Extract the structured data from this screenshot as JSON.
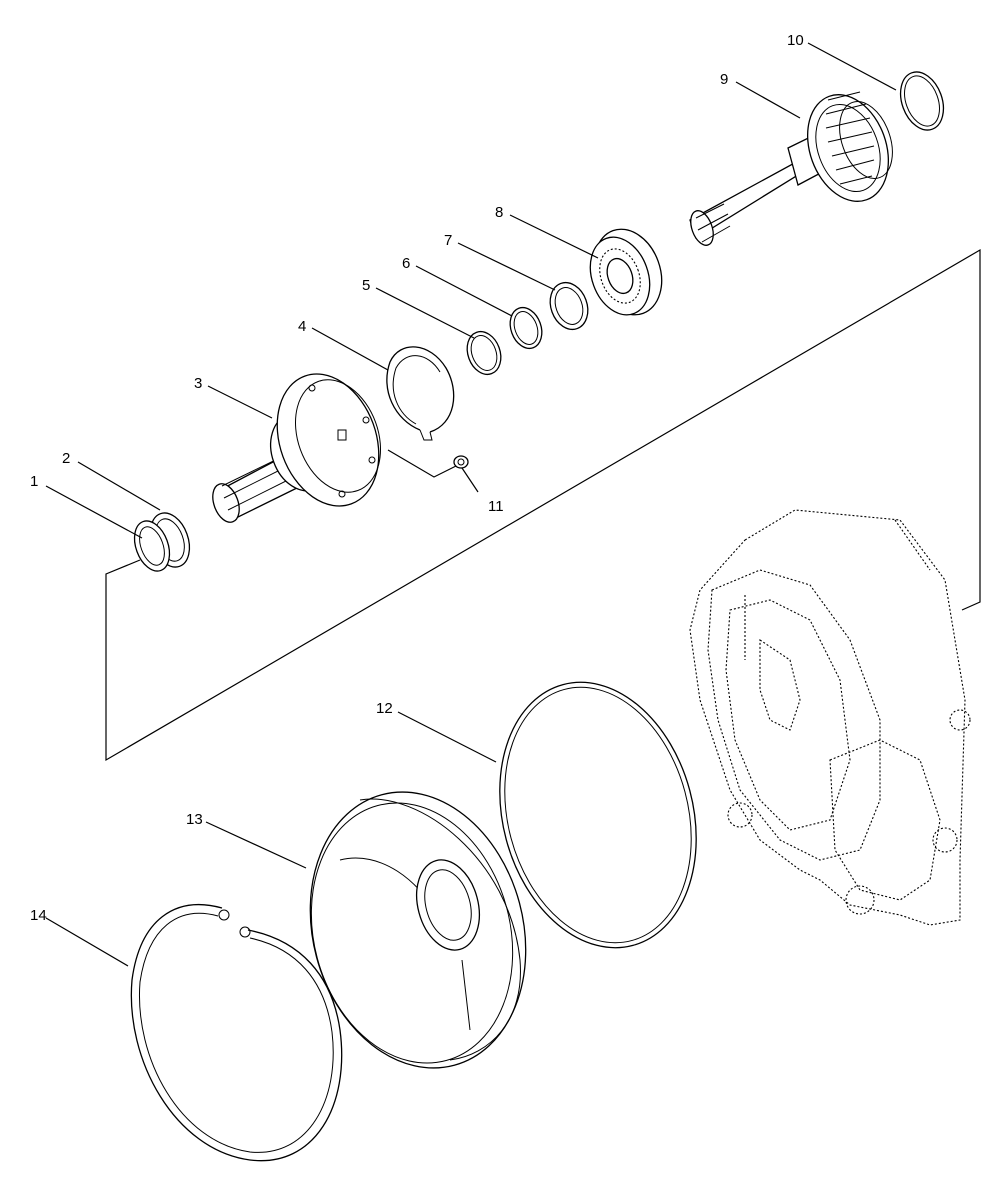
{
  "diagram": {
    "callouts": [
      {
        "id": "1",
        "label": "1"
      },
      {
        "id": "2",
        "label": "2"
      },
      {
        "id": "3",
        "label": "3"
      },
      {
        "id": "4",
        "label": "4"
      },
      {
        "id": "5",
        "label": "5"
      },
      {
        "id": "6",
        "label": "6"
      },
      {
        "id": "7",
        "label": "7"
      },
      {
        "id": "8",
        "label": "8"
      },
      {
        "id": "9",
        "label": "9"
      },
      {
        "id": "10",
        "label": "10"
      },
      {
        "id": "11",
        "label": "11"
      },
      {
        "id": "12",
        "label": "12"
      },
      {
        "id": "13",
        "label": "13"
      },
      {
        "id": "14",
        "label": "14"
      }
    ],
    "colors": {
      "ink": "#000000",
      "paper": "#ffffff"
    }
  }
}
